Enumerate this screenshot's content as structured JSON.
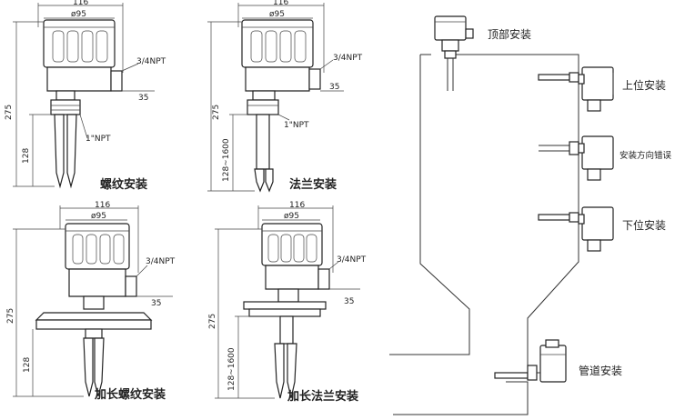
{
  "drawings": [
    {
      "caption": "螺纹安装",
      "dim_width": "116",
      "dim_diameter": "ø95",
      "dim_conduit": "3/4NPT",
      "dim_offset": "35",
      "dim_total": "275",
      "dim_probe": "128",
      "dim_thread": "1\"NPT"
    },
    {
      "caption": "法兰安装",
      "dim_width": "116",
      "dim_diameter": "ø95",
      "dim_conduit": "3/4NPT",
      "dim_offset": "35",
      "dim_total": "275",
      "dim_probe": "128~1600",
      "dim_thread": "1\"NPT"
    },
    {
      "caption": "加长螺纹安装",
      "dim_width": "116",
      "dim_diameter": "ø95",
      "dim_conduit": "3/4NPT",
      "dim_offset": "35",
      "dim_total": "275",
      "dim_probe": "128"
    },
    {
      "caption": "加长法兰安装",
      "dim_width": "116",
      "dim_diameter": "ø95",
      "dim_conduit": "3/4NPT",
      "dim_offset": "35",
      "dim_total": "275",
      "dim_probe": "128~1600"
    }
  ],
  "tank": {
    "top_mount": "顶部安装",
    "upper_mount": "上位安装",
    "wrong_direction": "安装方向错误",
    "lower_mount": "下位安装",
    "pipe_mount": "管道安装"
  }
}
